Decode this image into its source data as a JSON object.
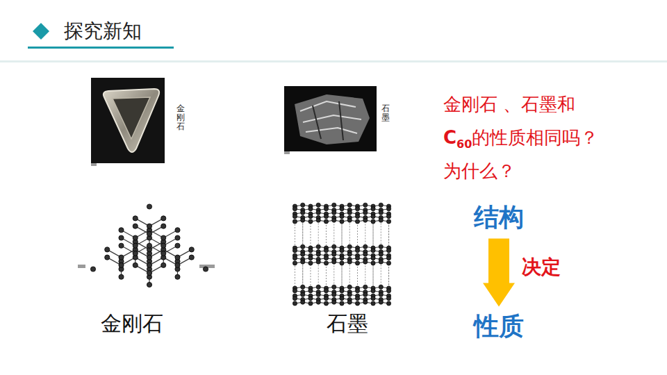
{
  "diagram": {
    "title": "探究新知",
    "nodes": [
      {
        "text": [
          "结构"
        ]
      },
      {
        "text": [
          "性质"
        ]
      }
    ],
    "edges": [
      {
        "from": 0,
        "to": 1,
        "arrow": "to",
        "label": "决定"
      }
    ],
    "labels": [
      "金刚石",
      "石墨",
      "金刚石",
      "石墨",
      "金刚石 、石墨和",
      "C",
      "60",
      "的性质相同吗？",
      "为什么？"
    ]
  }
}
